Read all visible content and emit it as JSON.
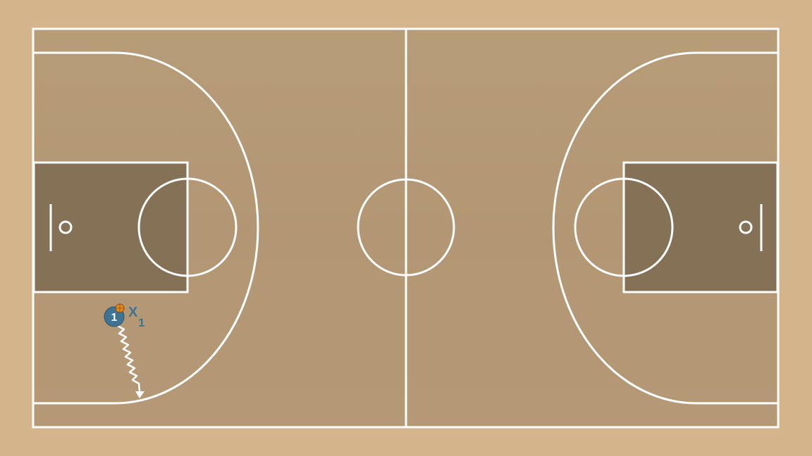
{
  "court": {
    "surround_color": "#d4b48a",
    "floor_color": "#b59a76",
    "paint_color": "#7d6a50",
    "line_color": "#ffffff"
  },
  "offense_players": [
    {
      "number": "1",
      "color": "#3f7393",
      "has_ball": true
    }
  ],
  "defense_players": [
    {
      "symbol": "X",
      "number": "1",
      "color": "#3f7393"
    }
  ],
  "actions": [
    {
      "type": "dribble",
      "from_player": "1"
    }
  ],
  "icons": {
    "ball": "basketball-icon",
    "arrow": "arrowhead-icon"
  }
}
